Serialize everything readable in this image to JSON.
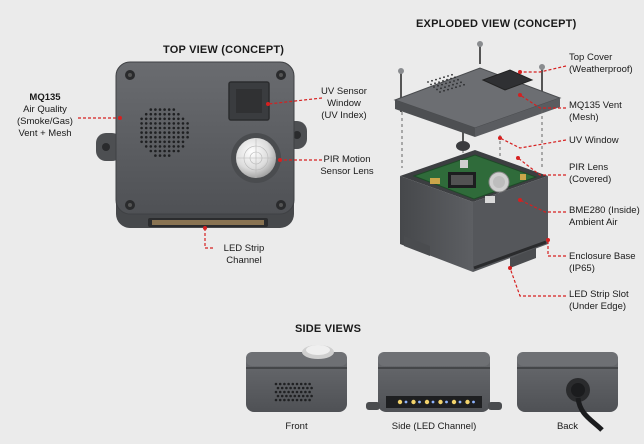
{
  "top_view": {
    "title": "TOP VIEW (CONCEPT)",
    "labels": {
      "mq135": [
        "MQ135",
        "Air Quality",
        "(Smoke/Gas)",
        "Vent + Mesh"
      ],
      "uv": [
        "UV Sensor",
        "Window",
        "(UV Index)"
      ],
      "pir": [
        "PIR Motion",
        "Sensor Lens"
      ],
      "led": [
        "LED Strip",
        "Channel"
      ]
    }
  },
  "exploded_view": {
    "title": "EXPLODED VIEW (CONCEPT)",
    "labels": {
      "top_cover": [
        "Top Cover",
        "(Weatherproof)"
      ],
      "mq_vent": [
        "MQ135 Vent",
        "(Mesh)"
      ],
      "uv_window": [
        "UV Window"
      ],
      "pir_lens": [
        "PIR Lens",
        "(Covered)"
      ],
      "bme": [
        "BME280 (Inside)",
        "Ambient Air"
      ],
      "base": [
        "Enclosure Base",
        "(IP65)"
      ],
      "led_slot": [
        "LED Strip Slot",
        "(Under Edge)"
      ]
    }
  },
  "side_views": {
    "title": "SIDE VIEWS",
    "captions": [
      "Front",
      "Side (LED Channel)",
      "Back"
    ]
  },
  "colors": {
    "background": "#ebebeb",
    "enclosure": "#5e6063",
    "enclosure_dark": "#3e4043",
    "pcb": "#2f6b3a",
    "leader": "#d62020"
  }
}
